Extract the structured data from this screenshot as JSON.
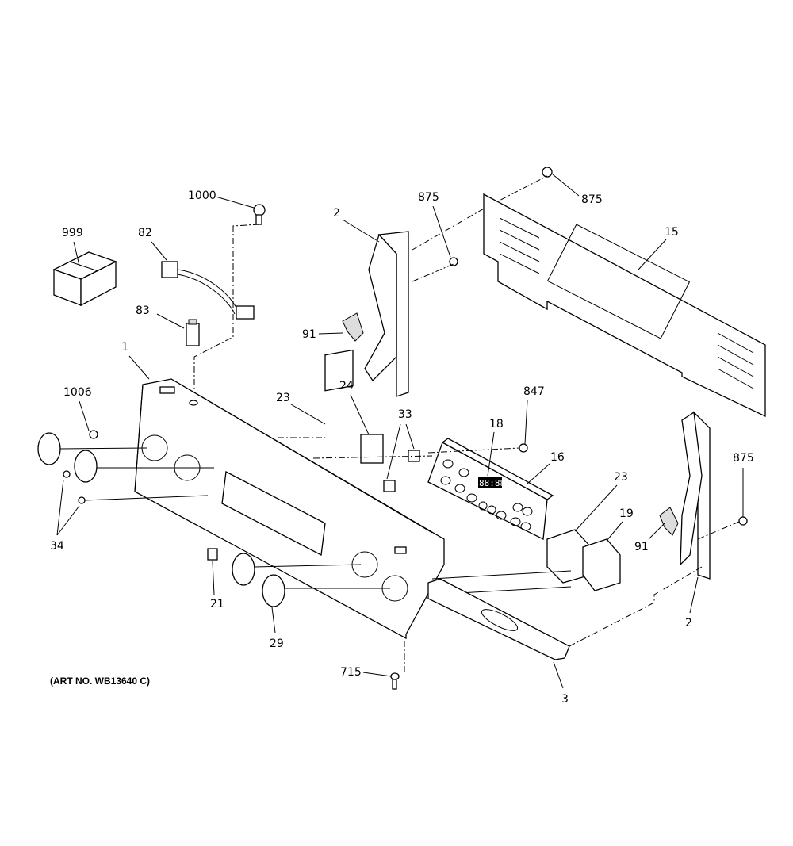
{
  "diagram": {
    "art_number": "(ART NO. WB13640 C)",
    "callouts": {
      "c1000": "1000",
      "c999": "999",
      "c82": "82",
      "c83": "83",
      "c1": "1",
      "c1006": "1006",
      "c34": "34",
      "c2a": "2",
      "c91a": "91",
      "c875a": "875",
      "c875b": "875",
      "c15": "15",
      "c23a": "23",
      "c24": "24",
      "c33": "33",
      "c847": "847",
      "c18": "18",
      "c16": "16",
      "c23b": "23",
      "c19": "19",
      "c875c": "875",
      "c91b": "91",
      "c2b": "2",
      "c21": "21",
      "c29": "29",
      "c715": "715",
      "c3": "3"
    },
    "display_digits": "88:88"
  }
}
